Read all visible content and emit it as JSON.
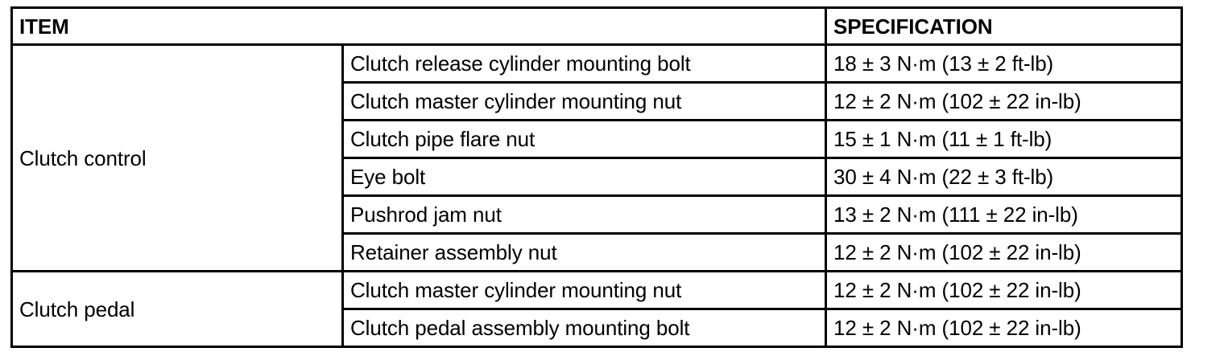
{
  "table": {
    "headers": {
      "item": "ITEM",
      "specification": "SPECIFICATION"
    },
    "groups": [
      {
        "name": "Clutch control",
        "rows": [
          {
            "item": "Clutch release cylinder mounting bolt",
            "spec": "18 ± 3 N·m (13 ± 2 ft-lb)"
          },
          {
            "item": "Clutch master cylinder mounting nut",
            "spec": "12 ± 2 N·m (102 ± 22 in-lb)"
          },
          {
            "item": "Clutch pipe flare nut",
            "spec": "15 ± 1 N·m (11 ± 1 ft-lb)"
          },
          {
            "item": "Eye bolt",
            "spec": "30 ± 4 N·m (22 ± 3 ft-lb)"
          },
          {
            "item": "Pushrod jam nut",
            "spec": "13 ± 2 N·m (111 ± 22 in-lb)"
          },
          {
            "item": "Retainer assembly nut",
            "spec": "12 ± 2 N·m (102 ± 22 in-lb)"
          }
        ]
      },
      {
        "name": "Clutch pedal",
        "rows": [
          {
            "item": "Clutch master cylinder mounting nut",
            "spec": "12 ± 2 N·m (102 ± 22 in-lb)"
          },
          {
            "item": "Clutch pedal assembly mounting bolt",
            "spec": "12 ± 2 N·m (102 ± 22 in-lb)"
          }
        ]
      }
    ],
    "colors": {
      "border": "#000000",
      "text": "#000000",
      "background": "#ffffff"
    }
  }
}
